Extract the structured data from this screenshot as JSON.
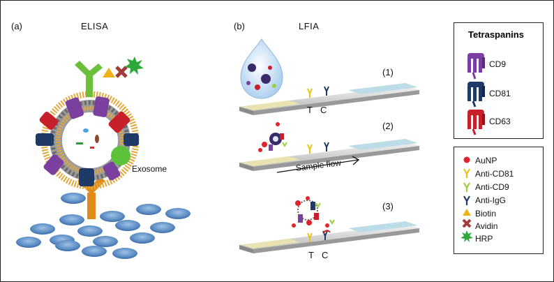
{
  "panels": {
    "a": {
      "letter": "(a)",
      "title": "ELISA",
      "exosome_label": "Exosome"
    },
    "b": {
      "letter": "(b)",
      "title": "LFIA",
      "steps": [
        "(1)",
        "(2)",
        "(3)"
      ],
      "test_line": "T",
      "control_line": "C",
      "flow_label": "Sample flow"
    }
  },
  "legend_tetraspanins": {
    "title": "Tetraspanins",
    "items": [
      {
        "label": "CD9",
        "color": "#7b3fa0"
      },
      {
        "label": "CD81",
        "color": "#1f3a66"
      },
      {
        "label": "CD63",
        "color": "#c8202a"
      }
    ]
  },
  "legend_reagents": {
    "items": [
      {
        "label": "AuNP",
        "icon": "red-dot-icon",
        "color": "#e0242e"
      },
      {
        "label": "Anti-CD81",
        "icon": "yellow-antibody-icon",
        "color": "#e8c21a"
      },
      {
        "label": "Anti-CD9",
        "icon": "green-antibody-icon",
        "color": "#9bd03a"
      },
      {
        "label": "Anti-IgG",
        "icon": "navy-antibody-icon",
        "color": "#1f3a66"
      },
      {
        "label": "Biotin",
        "icon": "orange-triangle-icon",
        "color": "#f0b21a"
      },
      {
        "label": "Avidin",
        "icon": "red-cross-icon",
        "color": "#a33a3a"
      },
      {
        "label": "HRP",
        "icon": "green-star-icon",
        "color": "#2fa83a"
      }
    ]
  }
}
